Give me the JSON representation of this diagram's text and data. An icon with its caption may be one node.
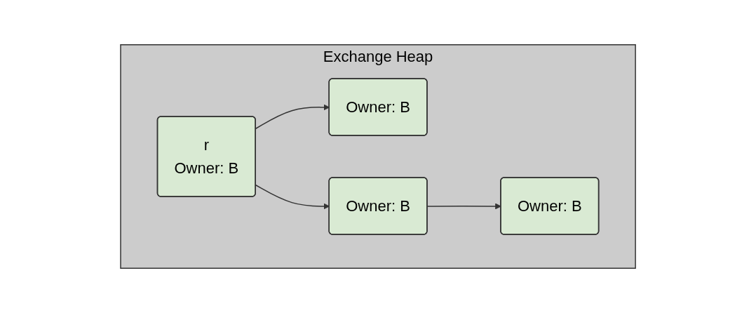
{
  "diagram": {
    "nodes": [
      {
        "text": [
          "Exchange Heap"
        ]
      },
      {
        "text": [
          "r",
          "Owner: B"
        ],
        "in": 0
      },
      {
        "text": [
          "Owner: B"
        ],
        "in": 0
      },
      {
        "text": [
          "Owner: B"
        ],
        "in": 0
      },
      {
        "text": [
          "Owner: B"
        ],
        "in": 0
      }
    ],
    "edges": [
      {
        "from": 1,
        "to": 2,
        "arrow": "to"
      },
      {
        "from": 1,
        "to": 3,
        "arrow": "to"
      },
      {
        "from": 3,
        "to": 4,
        "arrow": "to"
      }
    ]
  }
}
